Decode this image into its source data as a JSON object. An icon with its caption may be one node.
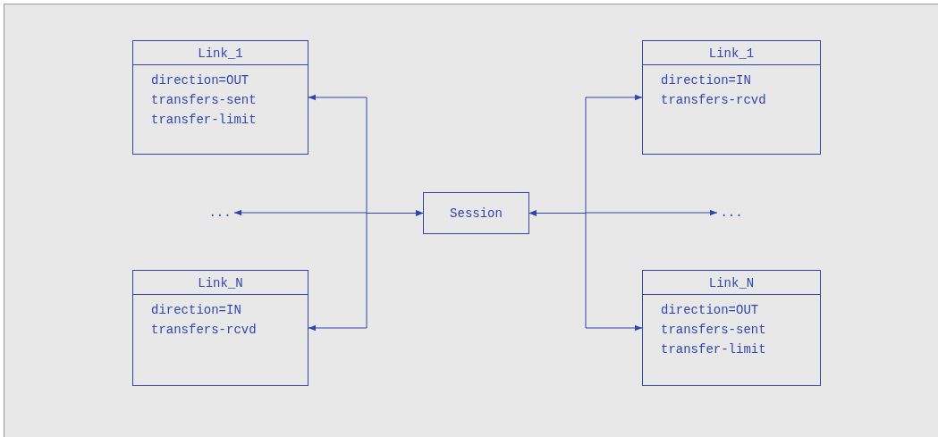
{
  "diagram": {
    "nodes": [
      {
        "text": [
          "Link_1",
          "direction=OUT",
          "transfers-sent",
          "transfer-limit"
        ]
      },
      {
        "text": [
          "Link_1",
          "direction=IN",
          "transfers-rcvd"
        ]
      },
      {
        "text": [
          "..."
        ]
      },
      {
        "text": [
          "Session"
        ]
      },
      {
        "text": [
          "..."
        ]
      },
      {
        "text": [
          "Link_N",
          "direction=IN",
          "transfers-rcvd"
        ]
      },
      {
        "text": [
          "Link_N",
          "direction=OUT",
          "transfers-sent",
          "transfer-limit"
        ]
      }
    ],
    "edges": [
      {
        "from": 3,
        "to": 0,
        "arrow": "both"
      },
      {
        "from": 3,
        "to": 2,
        "arrow": "both"
      },
      {
        "from": 3,
        "to": 5,
        "arrow": "both"
      },
      {
        "from": 3,
        "to": 1,
        "arrow": "both"
      },
      {
        "from": 3,
        "to": 4,
        "arrow": "both"
      },
      {
        "from": 3,
        "to": 6,
        "arrow": "both"
      }
    ]
  }
}
